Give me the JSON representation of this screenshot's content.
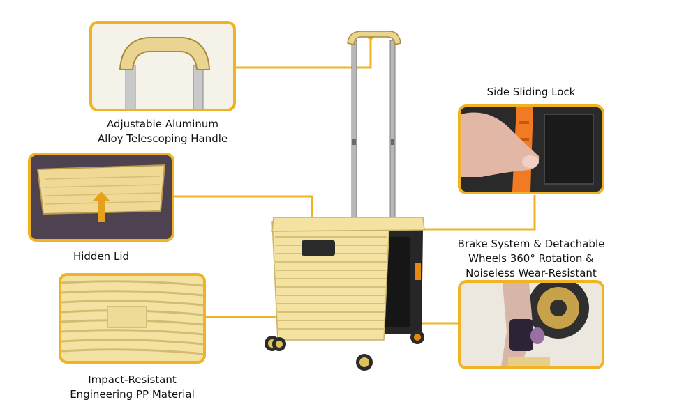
{
  "accent_color": "#f0b323",
  "product_color": "#f3e2a2",
  "callouts": {
    "handle": {
      "lines": [
        "Adjustable Aluminum",
        "Alloy Telescoping Handle"
      ],
      "icon": "telescoping-handle-image"
    },
    "lid": {
      "lines": [
        "Hidden Lid"
      ],
      "icon": "hidden-lid-image"
    },
    "material": {
      "lines": [
        "Impact-Resistant",
        "Engineering PP Material"
      ],
      "icon": "pp-material-texture-image"
    },
    "lock": {
      "lines": [
        "Side Sliding Lock"
      ],
      "icon": "sliding-lock-image"
    },
    "wheels": {
      "lines": [
        "Brake System & Detachable",
        "Wheels 360° Rotation &",
        "Noiseless Wear-Resistant"
      ],
      "icon": "brake-wheel-image"
    }
  }
}
